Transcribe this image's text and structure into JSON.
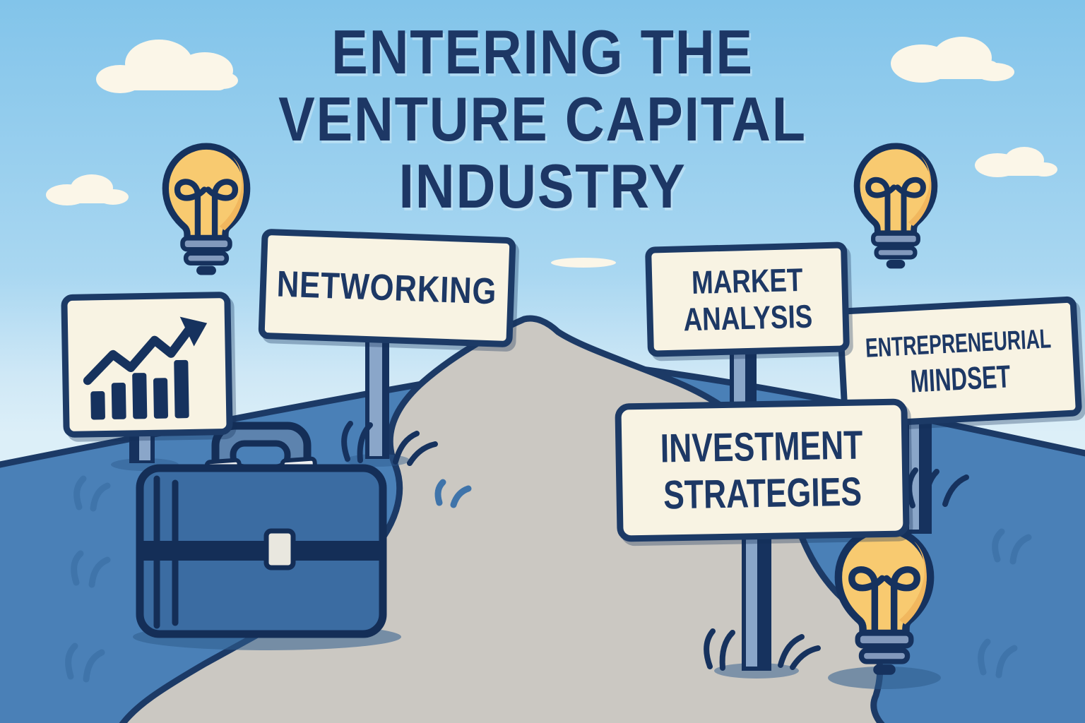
{
  "title": {
    "line1": "ENTERING THE",
    "line2": "VENTURE CAPITAL",
    "line3": "INDUSTRY"
  },
  "signs": {
    "growth_chart": {
      "icon": "growth-chart-icon"
    },
    "networking": {
      "label": "NETWORKING"
    },
    "market_analysis": {
      "line1": "MARKET",
      "line2": "ANALYSIS"
    },
    "entrepreneurial_mindset": {
      "line1": "ENTREPRENEURIAL",
      "line2": "MINDSET"
    },
    "investment_strategies": {
      "line1": "INVESTMENT",
      "line2": "STRATEGIES"
    }
  },
  "illustration_elements": {
    "icons": [
      "lightbulb-icon",
      "briefcase-icon",
      "growth-chart-icon",
      "cloud-icon",
      "winding-path",
      "grass-tuft"
    ],
    "lightbulb_count": 3,
    "cloud_count": 5
  },
  "colors": {
    "sky_top": "#82c4ea",
    "sky_horizon": "#dceff8",
    "hill_blue": "#4a80b7",
    "path_gray": "#cbc8c2",
    "outline_navy": "#1c3a66",
    "text_navy": "#1d3865",
    "sign_face_cream": "#f8f3e3",
    "bulb_yellow": "#f8ca70",
    "bulb_base_blue": "#8299bc",
    "briefcase_blue": "#3b6ca2",
    "cloud_cream": "#fbf6e8"
  }
}
